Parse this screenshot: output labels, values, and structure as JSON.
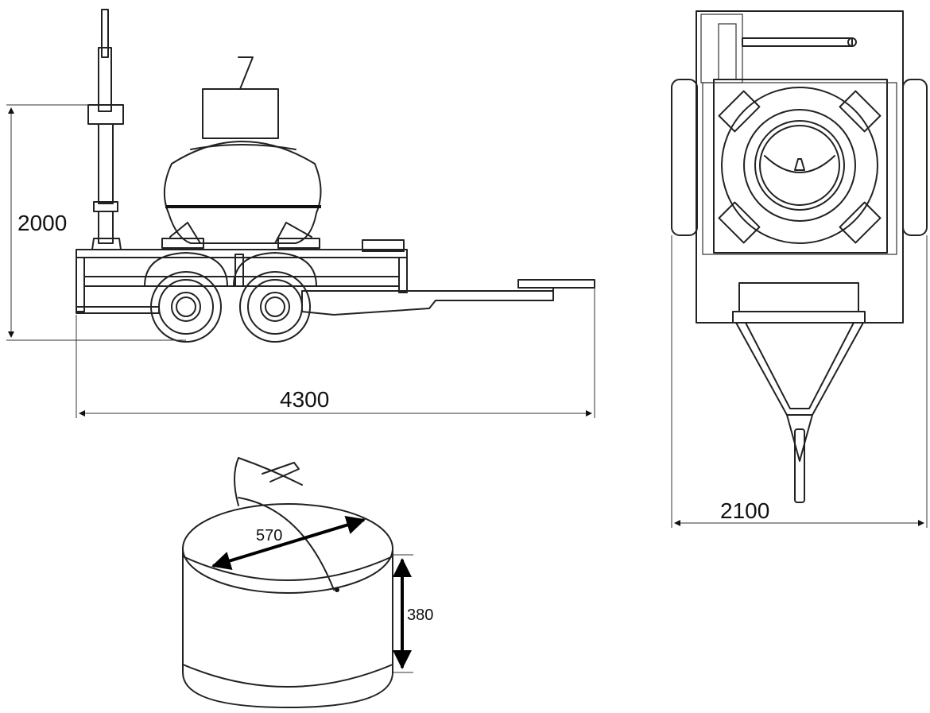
{
  "dimensions": {
    "height": "2000",
    "length": "4300",
    "width": "2100",
    "basket_diameter": "570",
    "basket_height": "380"
  },
  "labels": {
    "tank_marker": "7"
  }
}
